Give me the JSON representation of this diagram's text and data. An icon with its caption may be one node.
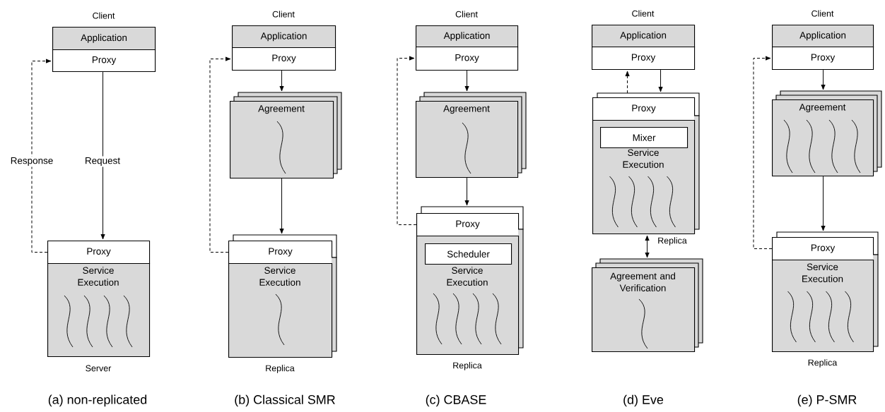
{
  "diagram": {
    "nodes": [
      {
        "text": [
          "Application"
        ],
        "beside": [
          "Client"
        ]
      },
      {
        "text": [
          "Proxy"
        ]
      },
      {
        "text": [
          "Proxy"
        ]
      },
      {
        "text": [
          "Service Execution"
        ],
        "beside": [
          "Server"
        ]
      },
      {
        "text": [
          "Application"
        ],
        "beside": [
          "Client"
        ]
      },
      {
        "text": [
          "Proxy"
        ]
      },
      {
        "text": [
          "Agreement"
        ]
      },
      {
        "text": [
          "Proxy"
        ]
      },
      {
        "text": [
          "Service Execution"
        ],
        "beside": [
          "Replica"
        ]
      },
      {
        "text": [
          "Application"
        ],
        "beside": [
          "Client"
        ]
      },
      {
        "text": [
          "Proxy"
        ]
      },
      {
        "text": [
          "Agreement"
        ]
      },
      {
        "text": [
          "Proxy"
        ]
      },
      {
        "text": [
          "Service Execution"
        ],
        "beside": [
          "Replica"
        ]
      },
      {
        "text": [
          "Scheduler"
        ],
        "in": 13
      },
      {
        "text": [
          "Application"
        ],
        "beside": [
          "Client"
        ]
      },
      {
        "text": [
          "Proxy"
        ]
      },
      {
        "text": [
          "Proxy"
        ]
      },
      {
        "text": [
          "Service Execution"
        ],
        "beside": [
          "Replica"
        ]
      },
      {
        "text": [
          "Mixer"
        ],
        "in": 18
      },
      {
        "text": [
          "Agreement and Verification"
        ]
      },
      {
        "text": [
          "Application"
        ],
        "beside": [
          "Client"
        ]
      },
      {
        "text": [
          "Proxy"
        ]
      },
      {
        "text": [
          "Agreement"
        ]
      },
      {
        "text": [
          "Proxy"
        ]
      },
      {
        "text": [
          "Service Execution"
        ],
        "beside": [
          "Replica"
        ]
      }
    ],
    "edges": [
      {
        "from": 1,
        "to": 2,
        "arrow": "to",
        "label": "Request"
      },
      {
        "from": 2,
        "to": 1,
        "arrow": "to",
        "label": "Response",
        "style": "dashed"
      },
      {
        "from": 5,
        "to": 6,
        "arrow": "to"
      },
      {
        "from": 6,
        "to": 7,
        "arrow": "to"
      },
      {
        "from": 7,
        "to": 5,
        "arrow": "to",
        "style": "dashed"
      },
      {
        "from": 10,
        "to": 11,
        "arrow": "to"
      },
      {
        "from": 11,
        "to": 12,
        "arrow": "to"
      },
      {
        "from": 12,
        "to": 10,
        "arrow": "to",
        "style": "dashed"
      },
      {
        "from": 16,
        "to": 17,
        "arrow": "to"
      },
      {
        "from": 17,
        "to": 16,
        "arrow": "to",
        "style": "dashed"
      },
      {
        "from": 18,
        "to": 20,
        "arrow": "both"
      },
      {
        "from": 22,
        "to": 23,
        "arrow": "to"
      },
      {
        "from": 23,
        "to": 24,
        "arrow": "to"
      },
      {
        "from": 24,
        "to": 22,
        "arrow": "to",
        "style": "dashed"
      }
    ],
    "labels": [
      "(a) non-replicated",
      "(b) Classical SMR",
      "(c) CBASE",
      "(d) Eve",
      "(e) P-SMR"
    ]
  }
}
